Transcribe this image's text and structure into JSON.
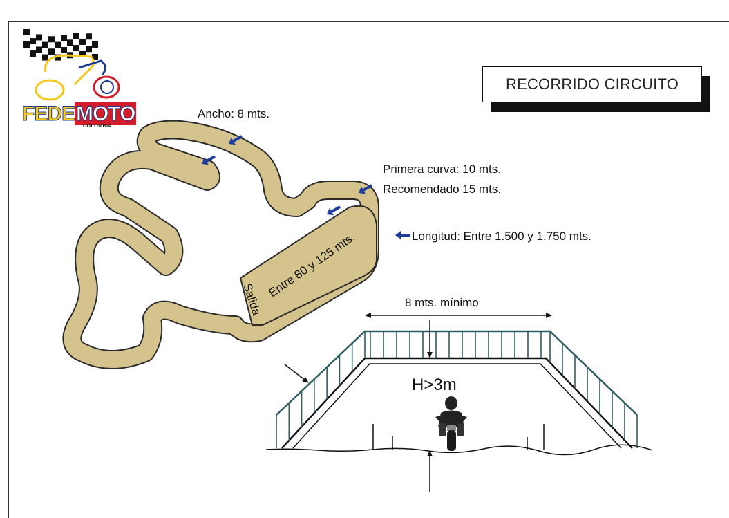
{
  "title": "RECORRIDO CIRCUITO",
  "logo": {
    "brand_part1": "FEDE",
    "brand_part2": "MOTO",
    "sub": "COLOMBIA",
    "colors": {
      "yellow": "#F2C81E",
      "blue": "#1E3A8F",
      "red": "#D21E2A"
    }
  },
  "track": {
    "color": "#D4C38C",
    "outline": "#2b2b2b",
    "labels": {
      "width": "Ancho:  8 mts.",
      "first_curve": "Primera curva: 10 mts.",
      "recommended": "Recomendado 15 mts.",
      "length": "Longitud: Entre 1.500 y 1.750 mts.",
      "straight": "Entre 80 y 125 mts.",
      "start": "Salida"
    }
  },
  "bridge": {
    "width_label": "8 mts. mínimo",
    "height_label": "H>3m",
    "color": "#2F5D63"
  },
  "arrow_color": "#1F3C9A"
}
